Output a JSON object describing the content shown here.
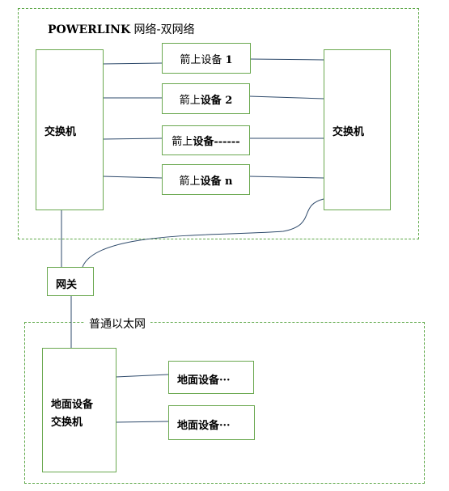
{
  "diagram": {
    "title_brand": "POWERLINK",
    "title_suffix": " 网络-双网络",
    "left_switch": "交换机",
    "right_switch": "交换机",
    "devices": [
      {
        "prefix": "箭上设备 ",
        "suffix": "1"
      },
      {
        "prefix": "箭上",
        "suffix": "设备 2"
      },
      {
        "prefix": "箭上",
        "suffix": "设备------"
      },
      {
        "prefix": "箭上",
        "suffix": "设备 n"
      }
    ],
    "gateway": "网关",
    "ethernet_label": "普通以太网",
    "ground_switch_line1": "地面设备",
    "ground_switch_line2": "交换机",
    "ground_devices": [
      "地面设备···",
      "地面设备···"
    ]
  }
}
